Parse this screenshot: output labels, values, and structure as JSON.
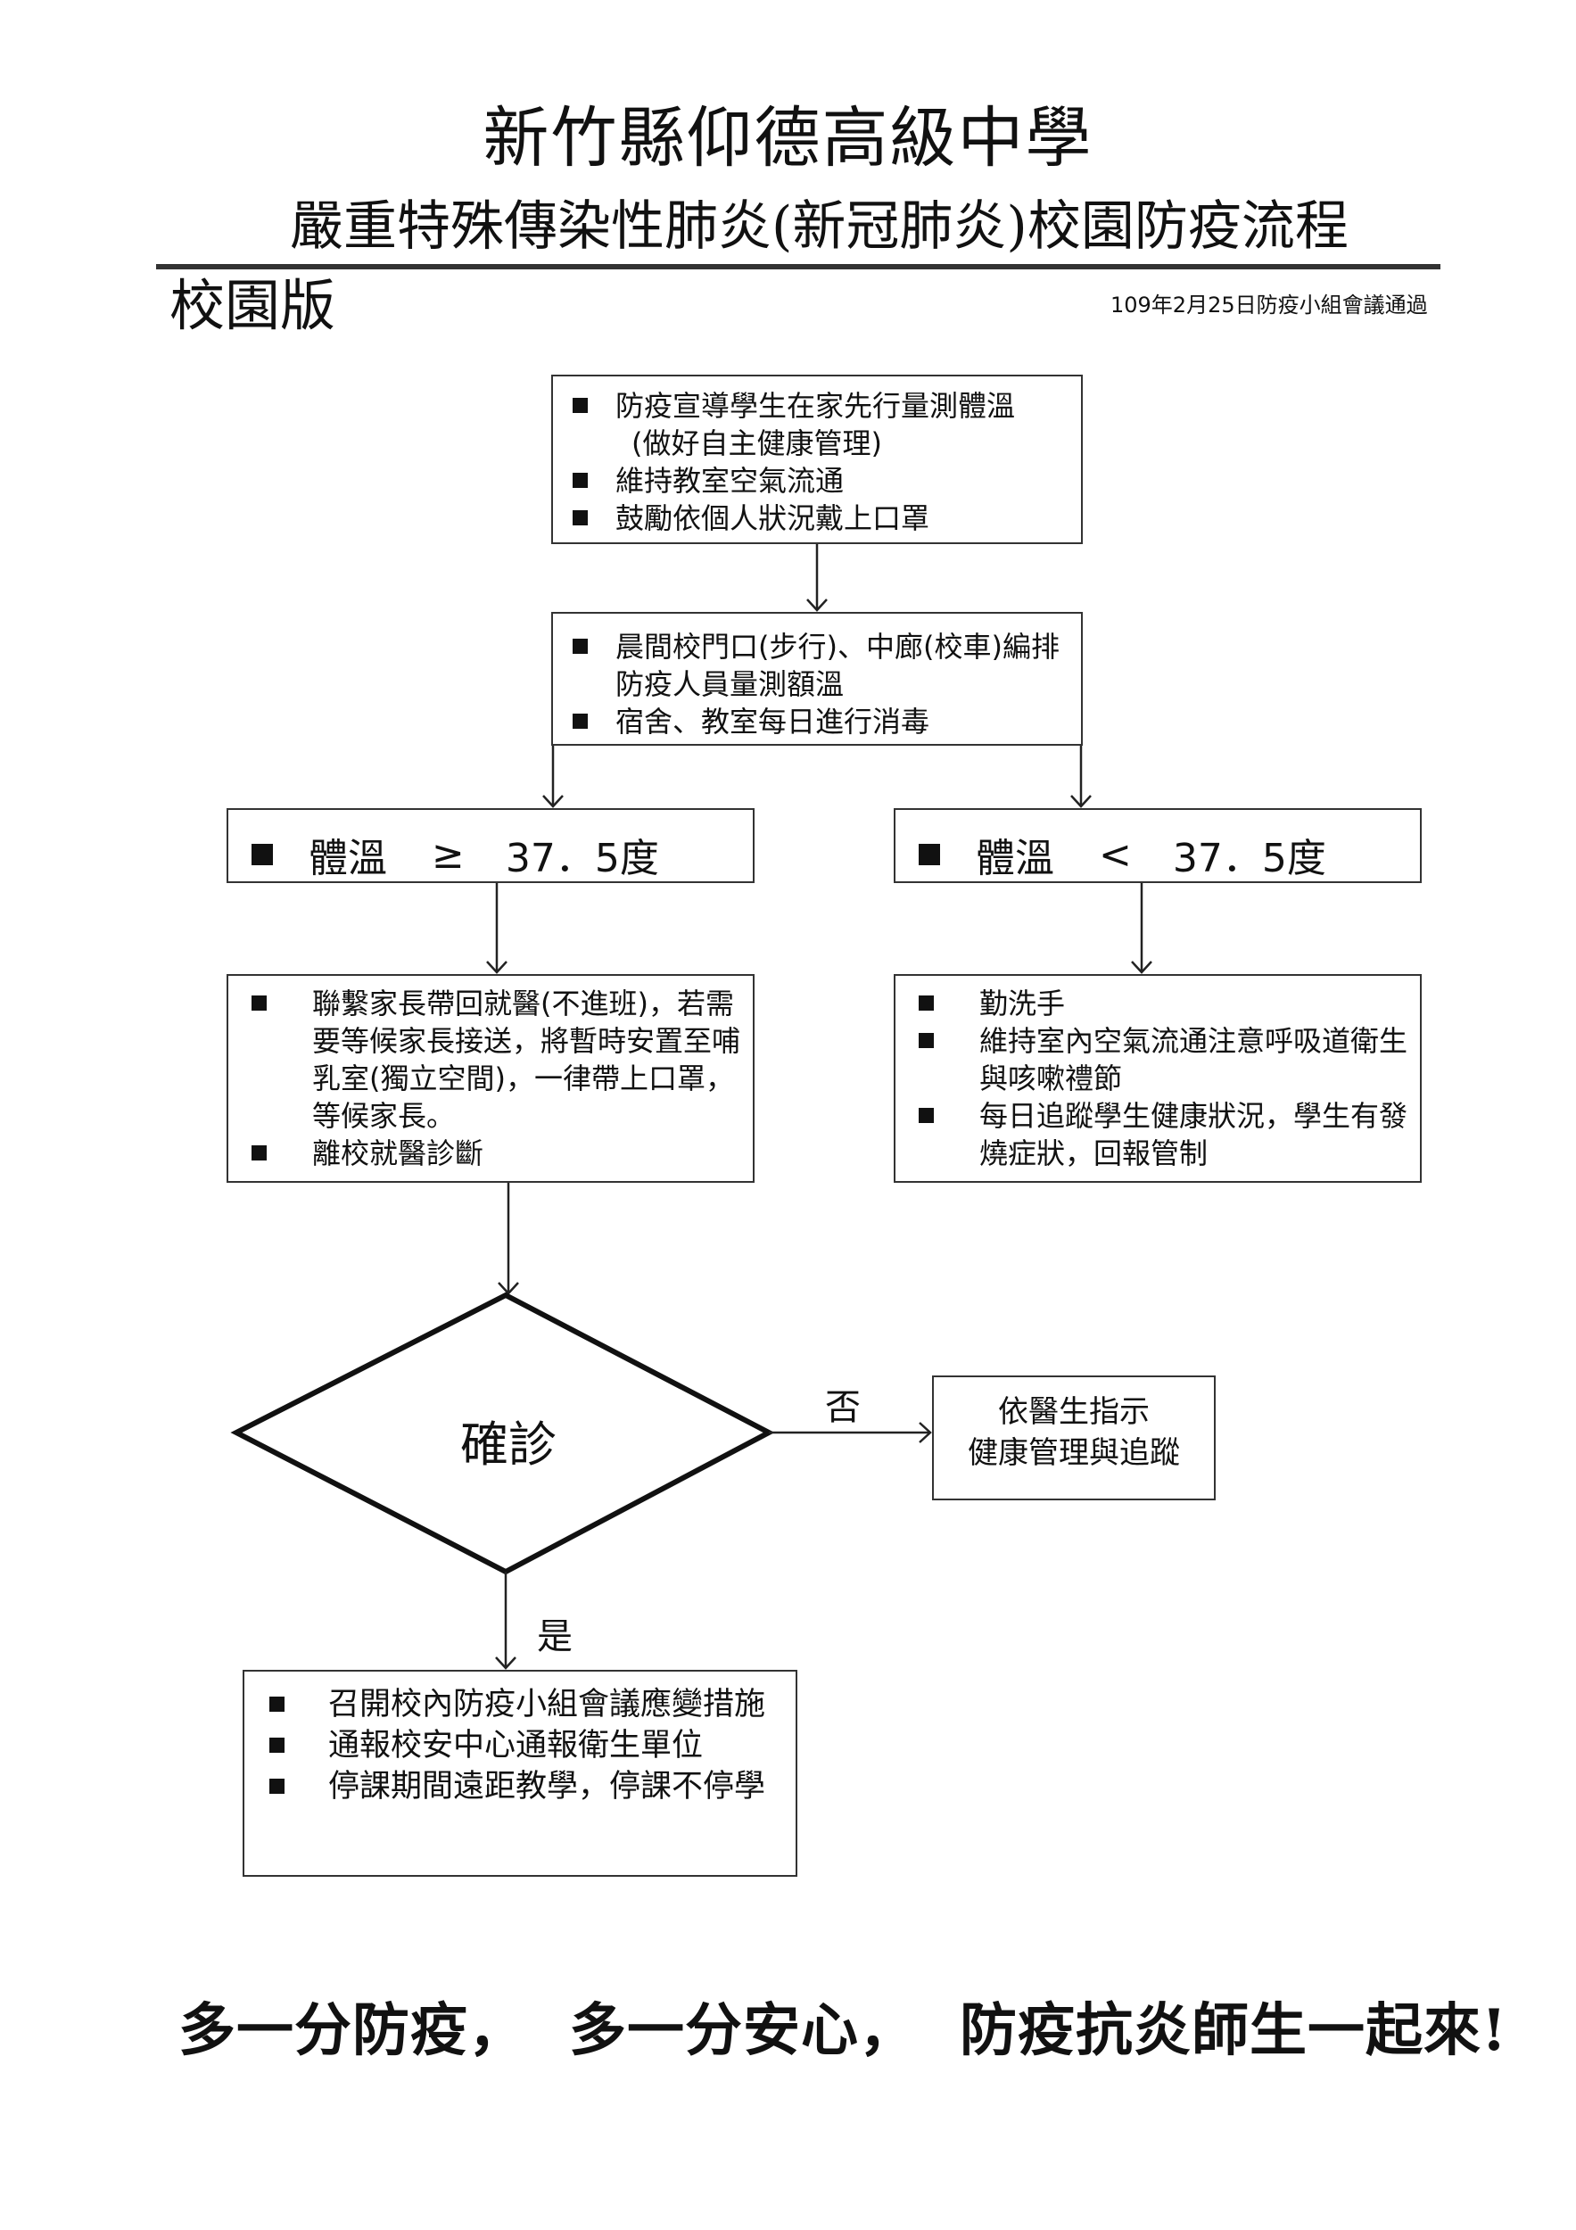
{
  "header": {
    "school": "新竹縣仰德高級中學",
    "subtitle": "嚴重特殊傳染性肺炎(新冠肺炎)校園防疫流程",
    "edition": "校園版",
    "approval": "109年2月25日防疫小組會議通過"
  },
  "flow": {
    "box1": [
      "防疫宣導學生在家先行量測體溫",
      "(做好自主健康管理)",
      "維持教室空氣流通",
      "鼓勵依個人狀況戴上口罩"
    ],
    "box2": [
      "晨間校門口(步行)、中廊(校車)編排防疫人員量測額溫",
      "宿舍、教室每日進行消毒"
    ],
    "fever": {
      "label": "體溫",
      "op": "≥",
      "value": "37．5度"
    },
    "normal": {
      "label": "體溫",
      "op": "<",
      "value": "37．5度"
    },
    "fever_actions": [
      "聯繫家長帶回就醫(不進班)，若需要等候家長接送，將暫時安置至哺乳室(獨立空間)，一律帶上口罩，等候家長。",
      "離校就醫診斷"
    ],
    "normal_actions": [
      "勤洗手",
      "維持室內空氣流通注意呼吸道衛生與咳嗽禮節",
      "每日追蹤學生健康狀況，學生有發燒症狀，回報管制"
    ],
    "decision": "確診",
    "no_label": "否",
    "yes_label": "是",
    "no_result": [
      "依醫生指示",
      "健康管理與追蹤"
    ],
    "yes_actions": [
      "召開校內防疫小組會議應變措施",
      "通報校安中心通報衛生單位",
      "停課期間遠距教學，停課不停學"
    ]
  },
  "slogan": [
    "多一分防疫，",
    "多一分安心，",
    "防疫抗炎師生一起來!"
  ]
}
